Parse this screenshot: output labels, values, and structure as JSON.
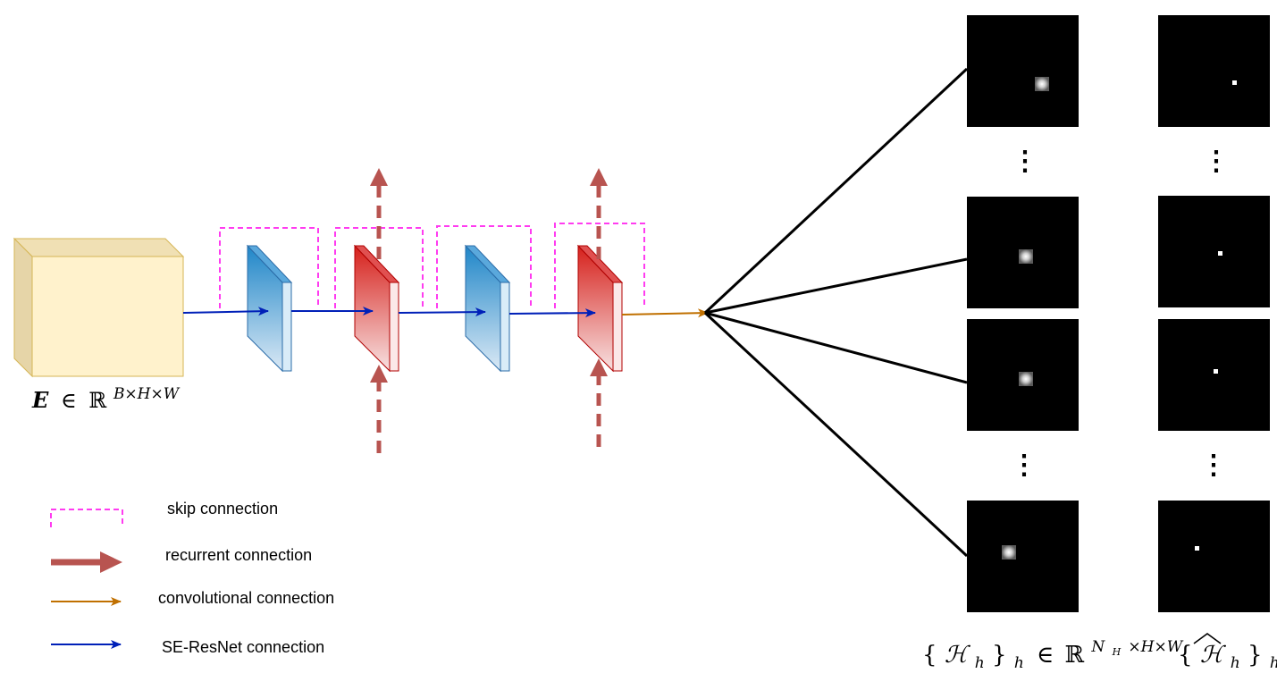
{
  "input": {
    "symbol": "E",
    "relation": "∈",
    "field": "ℝ",
    "dims": "B×H×W"
  },
  "legend": {
    "skip": "skip connection",
    "recurrent": "recurrent connection",
    "convolutional": "convolutional connection",
    "se_resnet": "SE-ResNet connection"
  },
  "output_labels": {
    "heatmaps": {
      "open": "{",
      "symbol": "ℋ",
      "sub": "h",
      "close": "}",
      "outer_sub": "h",
      "relation": "∈",
      "field": "ℝ",
      "dims_prefix": "N",
      "dims_prefix_sub": "H",
      "dims_rest": "×H×W"
    },
    "binary": {
      "open": "{",
      "symbol": "ℋ",
      "sub": "h",
      "close": "}",
      "outer_sub": "h"
    }
  },
  "vertical_ellipsis": "⋮",
  "colors": {
    "input_front": "#fff2cc",
    "input_side": "#e6d5a8",
    "input_border": "#d6b656",
    "se_block_top": "#1f86c8",
    "se_block_bottom": "#dbe9f5",
    "se_block_border": "#2b6ca8",
    "rec_block_top": "#d6201b",
    "rec_block_bottom": "#f7e2e2",
    "rec_block_border": "#b00000",
    "skip": "#ff3cf0",
    "recurrent": "#b85450",
    "convolutional": "#c07000",
    "se_resnet": "#0020b8",
    "heatmap_bg": "#000000"
  }
}
